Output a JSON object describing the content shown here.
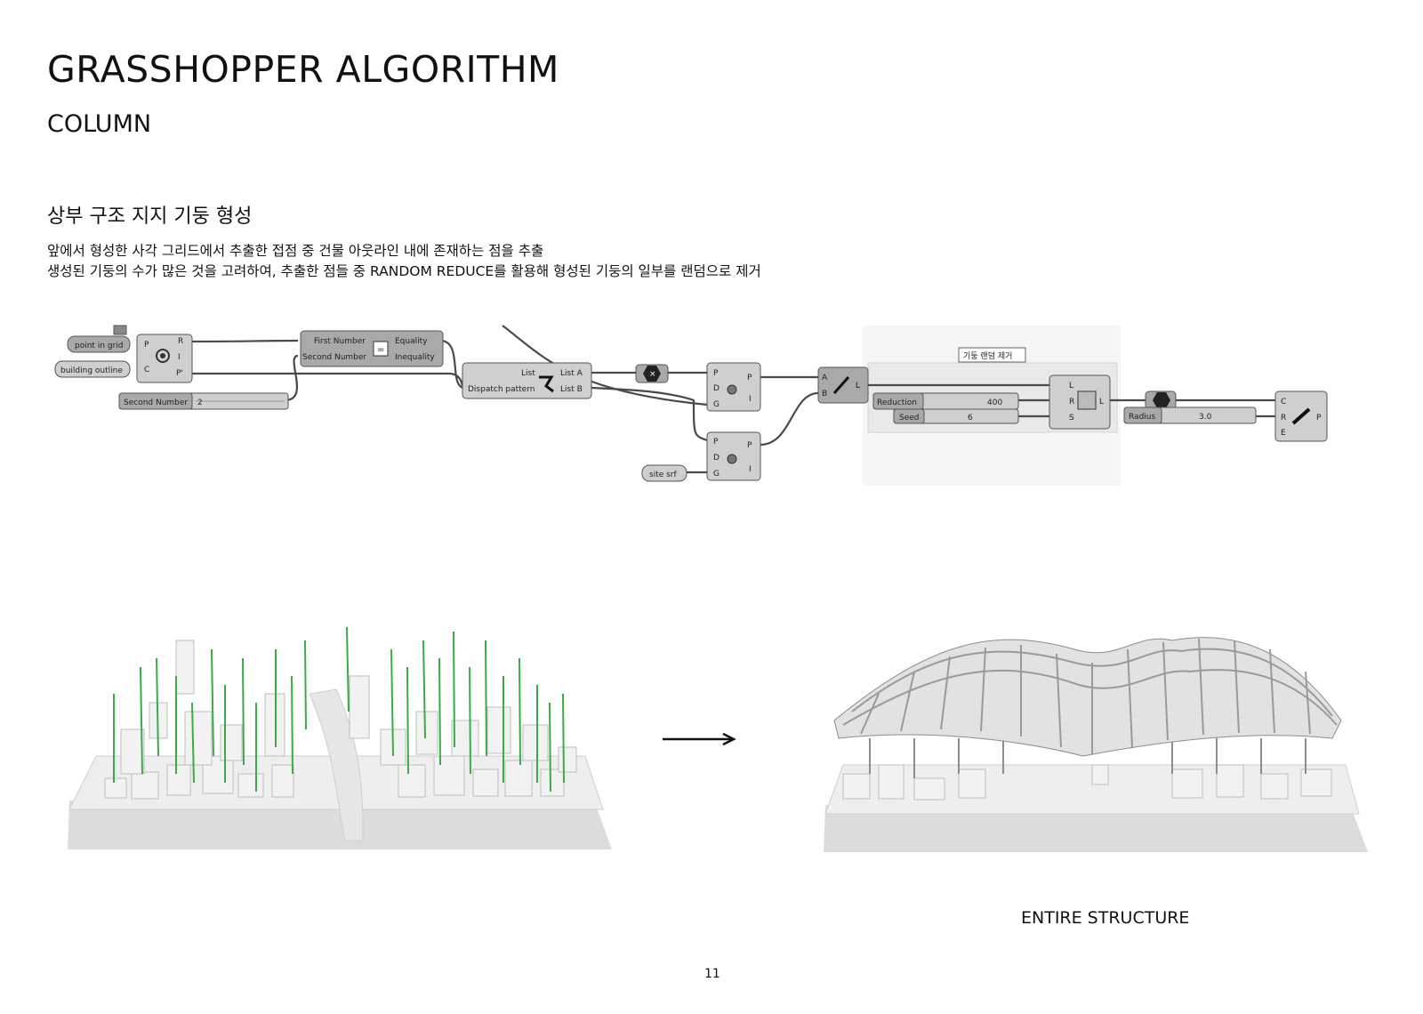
{
  "page": {
    "title": "GRASSHOPPER ALGORITHM",
    "subtitle": "COLUMN",
    "section_title": "상부 구조 지지 기둥 형성",
    "description": [
      "앞에서 형성한 사각 그리드에서 추출한 접점 중 건물 아웃라인 내에 존재하는 점을 추출",
      "생성된 기둥의 수가 많은 것을 고려하여, 추출한 점들 중 RANDOM REDUCE를 활용해 형성된 기둥의 일부를 랜덤으로 제거"
    ],
    "caption": "ENTIRE STRUCTURE",
    "page_number": "11"
  },
  "graph": {
    "params": {
      "point_in_grid": "point in grid",
      "building_outline": "building outline",
      "site_srf": "site srf"
    },
    "slider_second_number": {
      "label": "Second Number",
      "value": "2"
    },
    "equality": {
      "in1": "First Number",
      "in2": "Second Number",
      "out1": "Equality",
      "out2": "Inequality",
      "icon": "="
    },
    "dispatch": {
      "in1": "List",
      "in2": "Dispatch pattern",
      "out1": "List A",
      "out2": "List B"
    },
    "pig_ports": {
      "in1": "P",
      "in2": "C",
      "out1": "R",
      "out2": "I",
      "out3": "P'"
    },
    "pull1_ports": {
      "in1": "P",
      "in2": "D",
      "in3": "G",
      "out1": "P",
      "out2": "I"
    },
    "pull2_ports": {
      "in1": "P",
      "in2": "D",
      "in3": "G",
      "out1": "P",
      "out2": "I"
    },
    "line_ports": {
      "in1": "A",
      "in2": "B",
      "out1": "L"
    },
    "annotation": "기둥 랜덤 제거",
    "reduce": {
      "in1": "L",
      "in2": "R",
      "in3": "S",
      "out1": "L"
    },
    "slider_reduction": {
      "label": "Reduction",
      "value": "400"
    },
    "slider_seed": {
      "label": "Seed",
      "value": "6"
    },
    "slider_radius": {
      "label": "Radius",
      "value": "3.0"
    },
    "pipe_ports": {
      "in1": "C",
      "in2": "R",
      "in3": "E",
      "out1": "P"
    }
  },
  "colors": {
    "column_green": "#3daa4a",
    "node_fill": "#cfcfcf",
    "model_fill": "#eeeeee"
  },
  "icons": [
    "cull-icon",
    "arrow-right-icon"
  ]
}
